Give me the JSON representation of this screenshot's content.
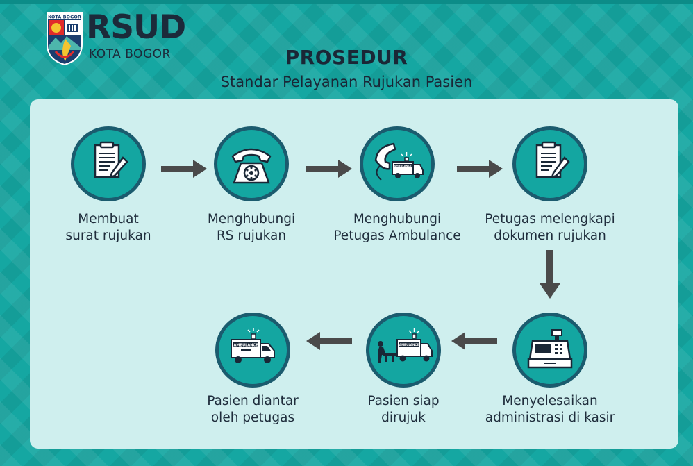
{
  "logo": {
    "badge_text": "KOTA BOGOR",
    "brand": "RSUD",
    "city": "KOTA BOGOR"
  },
  "header": {
    "title": "PROSEDUR",
    "subtitle": "Standar Pelayanan Rujukan Pasien"
  },
  "colors": {
    "background": "#15a7a2",
    "panel": "#cfefee",
    "circle": "#14a6a1",
    "circle_ring": "#1b5b6e",
    "arrow": "#4a4a4a",
    "text": "#1f2d3c"
  },
  "steps": [
    {
      "icon": "document-pen-icon",
      "line1": "Membuat",
      "line2": "surat rujukan"
    },
    {
      "icon": "telephone-icon",
      "line1": "Menghubungi",
      "line2": "RS rujukan"
    },
    {
      "icon": "phone-ambulance-icon",
      "line1": "Menghubungi",
      "line2": "Petugas Ambulance"
    },
    {
      "icon": "document-pen-icon",
      "line1": "Petugas melengkapi",
      "line2": "dokumen rujukan"
    },
    {
      "icon": "cash-register-icon",
      "line1": "Menyelesaikan",
      "line2": "administrasi di kasir"
    },
    {
      "icon": "ambulance-stretcher-icon",
      "line1": "Pasien siap",
      "line2": "dirujuk"
    },
    {
      "icon": "ambulance-icon",
      "line1": "Pasien diantar",
      "line2": "oleh petugas"
    }
  ],
  "ambulance_text": "AMBULANCE"
}
